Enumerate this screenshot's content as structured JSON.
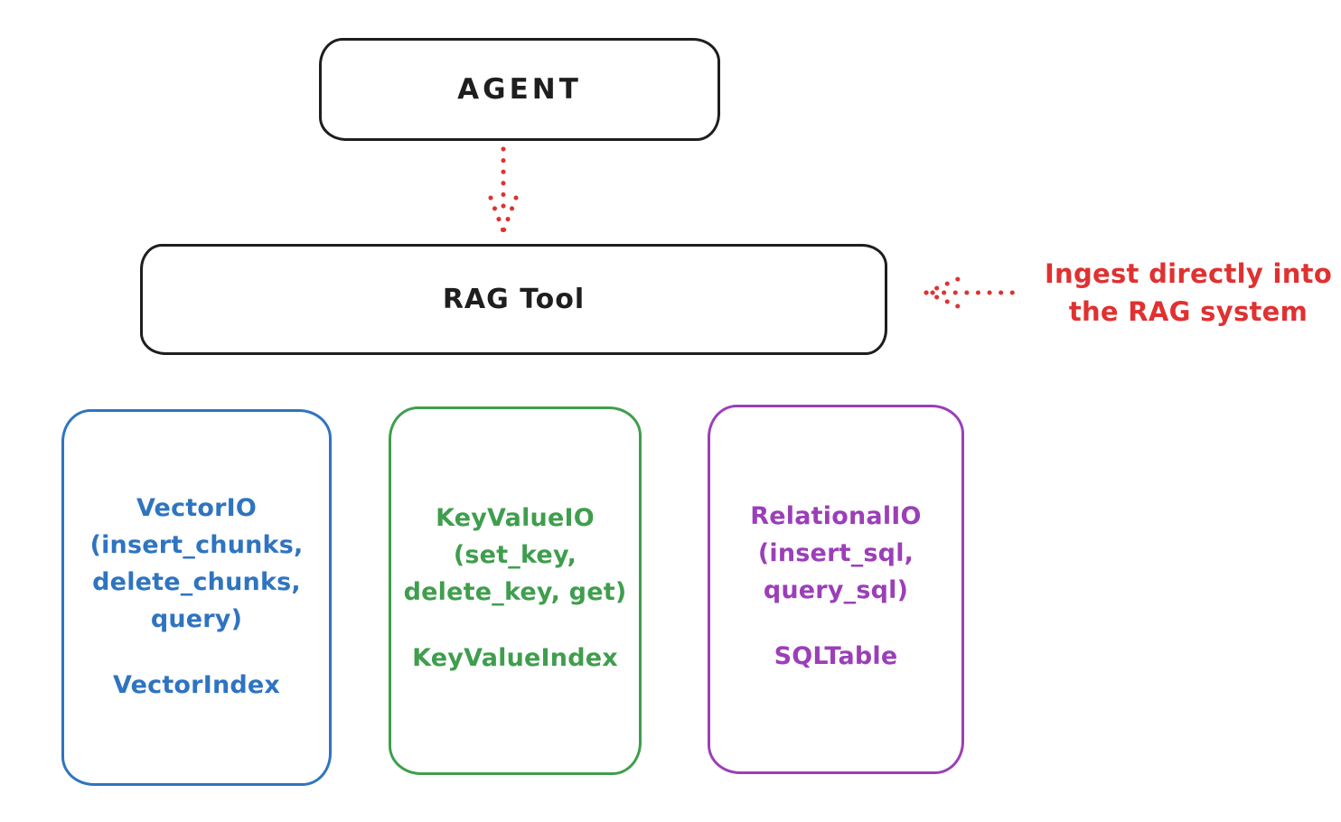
{
  "diagram": {
    "agent": {
      "label": "AGENT"
    },
    "rag_tool": {
      "label": "RAG Tool"
    },
    "ingest_note": {
      "line1": "Ingest directly into",
      "line2": "the RAG system"
    },
    "io_boxes": [
      {
        "id": "vector-io",
        "body": "VectorIO\n(insert_chunks,\ndelete_chunks,\nquery)",
        "index": "VectorIndex",
        "color": "#2f74c0"
      },
      {
        "id": "keyvalue-io",
        "body": "KeyValueIO\n(set_key,\ndelete_key, get)",
        "index": "KeyValueIndex",
        "color": "#3f9e4d"
      },
      {
        "id": "relational-io",
        "body": "RelationalIO\n(insert_sql,\nquery_sql)",
        "index": "SQLTable",
        "color": "#9b3fb8"
      }
    ],
    "arrows": [
      {
        "name": "agent-to-rag-arrow",
        "direction": "down",
        "style": "dotted",
        "color": "#e03131"
      },
      {
        "name": "ingest-arrow",
        "direction": "left",
        "style": "dotted",
        "color": "#e03131"
      }
    ],
    "colors": {
      "stroke": "#1e1e1e",
      "red": "#e03131",
      "background": "#ffffff"
    }
  }
}
